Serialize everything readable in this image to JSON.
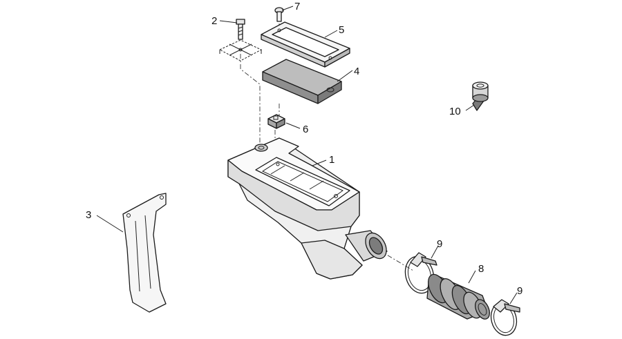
{
  "callouts": [
    {
      "id": "1",
      "text": "1"
    },
    {
      "id": "2",
      "text": "2"
    },
    {
      "id": "3",
      "text": "3"
    },
    {
      "id": "4",
      "text": "4"
    },
    {
      "id": "5",
      "text": "5"
    },
    {
      "id": "6",
      "text": "6"
    },
    {
      "id": "7",
      "text": "7"
    },
    {
      "id": "8",
      "text": "8"
    },
    {
      "id": "9a",
      "text": "9"
    },
    {
      "id": "9b",
      "text": "9"
    },
    {
      "id": "10",
      "text": "10"
    }
  ],
  "colors": {
    "line": "#1a1a1a",
    "light_fill": "#f2f2f2",
    "mid_fill": "#d8d8d8",
    "dark_fill": "#9a9a9a"
  }
}
